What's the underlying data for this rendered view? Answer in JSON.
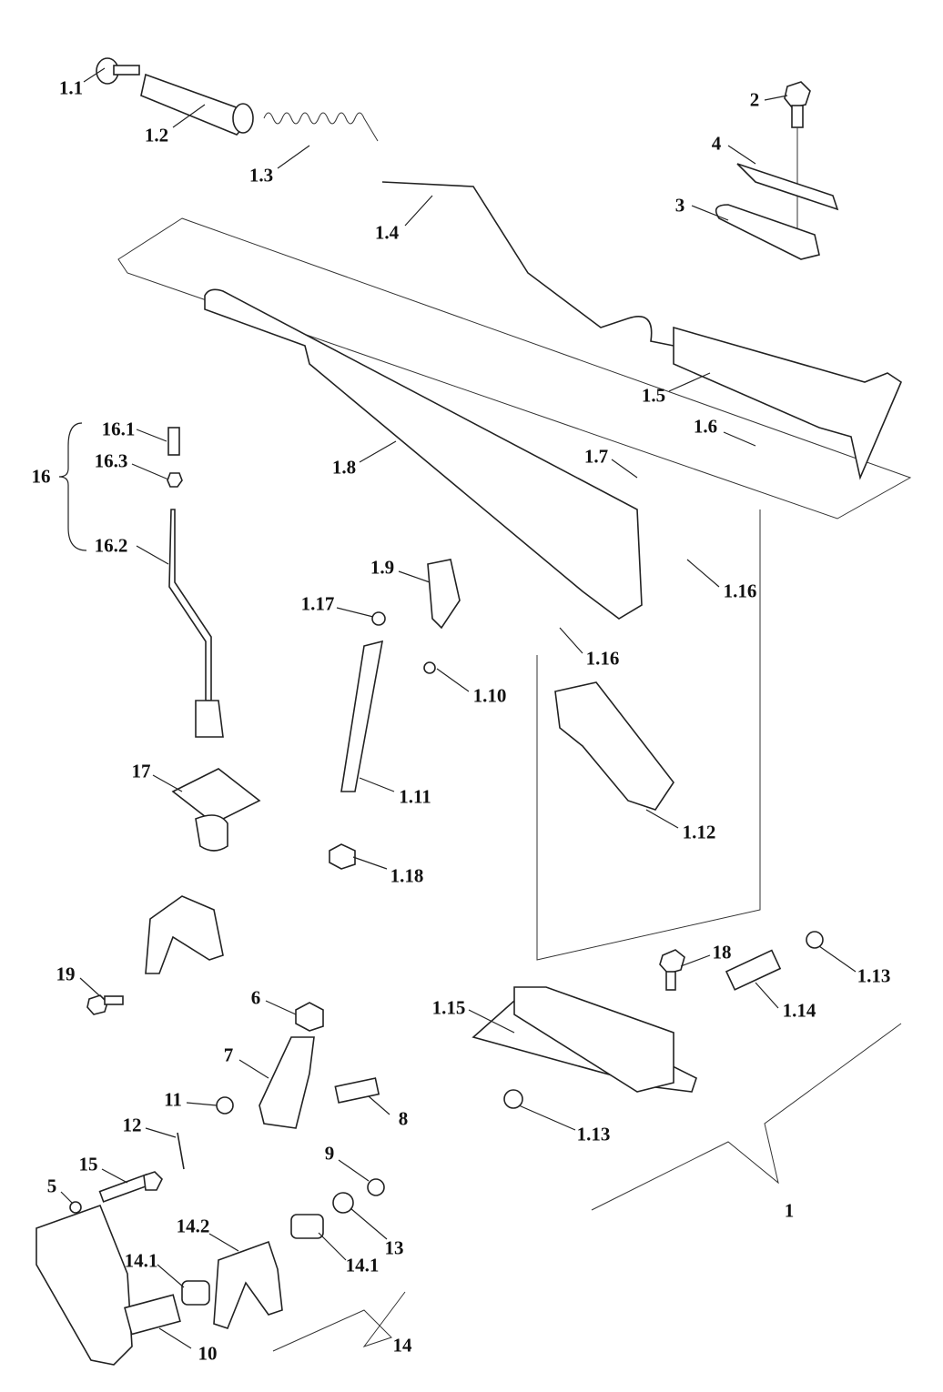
{
  "diagram": {
    "labels": {
      "l1_1": "1.1",
      "l1_2": "1.2",
      "l1_3": "1.3",
      "l1_4": "1.4",
      "l2": "2",
      "l4": "4",
      "l3": "3",
      "l1_5": "1.5",
      "l1_6": "1.6",
      "l1_7": "1.7",
      "l1_8": "1.8",
      "l16_1": "16.1",
      "l16_3": "16.3",
      "l16": "16",
      "l16_2": "16.2",
      "l1_9": "1.9",
      "l1_17": "1.17",
      "l1_16a": "1.16",
      "l1_16b": "1.16",
      "l1_10": "1.10",
      "l1_11": "1.11",
      "l17": "17",
      "l1_12": "1.12",
      "l1_18": "1.18",
      "l18": "18",
      "l1_13a": "1.13",
      "l19": "19",
      "l6": "6",
      "l1_15": "1.15",
      "l1_14": "1.14",
      "l7": "7",
      "l11": "11",
      "l8": "8",
      "l12": "12",
      "l1_13b": "1.13",
      "l9": "9",
      "l15": "15",
      "l5": "5",
      "l1": "1",
      "l14_2": "14.2",
      "l13": "13",
      "l14_1a": "14.1",
      "l14_1b": "14.1",
      "l10": "10",
      "l14": "14"
    },
    "colors": {
      "line": "#222222",
      "background": "#ffffff"
    }
  }
}
